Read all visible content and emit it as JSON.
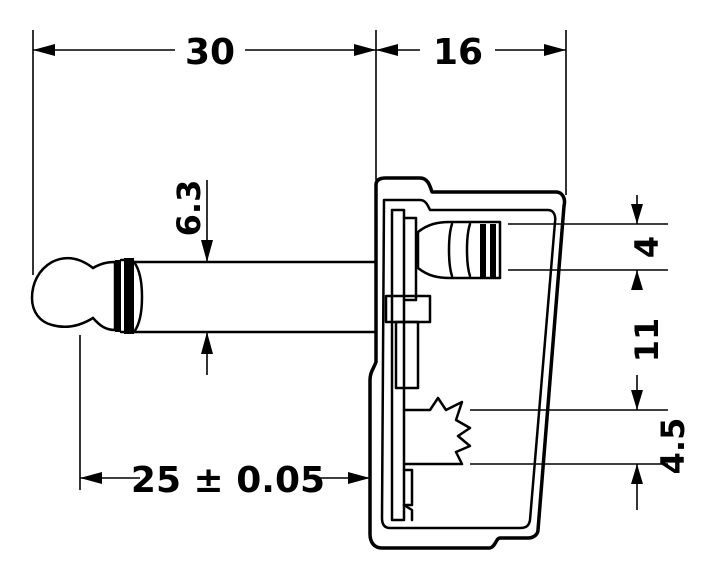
{
  "dimensions": {
    "overall_plug_length": "30",
    "housing_length": "16",
    "sleeve_diameter": "6.3",
    "insertion_length": "25 ± 0.05",
    "top_tab_height": "4",
    "middle_gap_height": "11",
    "bottom_tab_height": "4.5"
  }
}
